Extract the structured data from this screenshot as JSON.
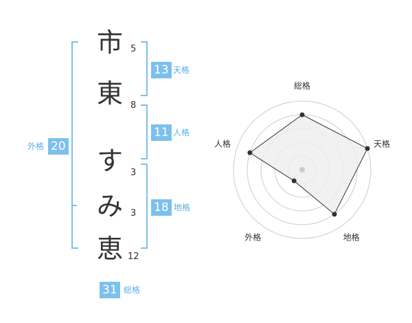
{
  "name": {
    "chars": [
      {
        "char": "市",
        "strokes": "5"
      },
      {
        "char": "東",
        "strokes": "8"
      },
      {
        "char": "す",
        "strokes": "3"
      },
      {
        "char": "み",
        "strokes": "3"
      },
      {
        "char": "恵",
        "strokes": "12"
      }
    ]
  },
  "fortunes": {
    "tenkaku": {
      "label": "天格",
      "value": "13"
    },
    "jinkaku": {
      "label": "人格",
      "value": "11"
    },
    "chikaku": {
      "label": "地格",
      "value": "18"
    },
    "gaikaku": {
      "label": "外格",
      "value": "20"
    },
    "soukaku": {
      "label": "総格",
      "value": "31"
    }
  },
  "chart_data": {
    "type": "radar",
    "axes": [
      "総格",
      "天格",
      "地格",
      "外格",
      "人格"
    ],
    "rings": 5,
    "max": 5,
    "values": [
      4,
      5,
      4,
      1,
      4
    ],
    "grid": true,
    "colors": {
      "fill": "#eeeeee",
      "line": "#333333",
      "grid": "#cccccc",
      "center": "#cccccc"
    }
  }
}
